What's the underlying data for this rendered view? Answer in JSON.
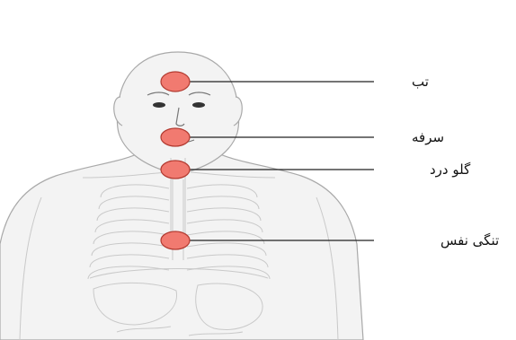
{
  "colors": {
    "background": "#ffffff",
    "body_fill": "#f3f3f3",
    "outline": "#a9a9a9",
    "anatomy_line": "#c9c9c9",
    "marker_fill": "#f17a70",
    "marker_stroke": "#b23a30",
    "leader_line": "#222222"
  },
  "figure": {
    "subject": "human-upper-body-with-ribcage",
    "icon": "human-anatomy-icon"
  },
  "symptoms": [
    {
      "label": "تب"
    },
    {
      "label": "سرفه"
    },
    {
      "label": "گلو درد"
    },
    {
      "label": "تنگی نفس"
    }
  ]
}
